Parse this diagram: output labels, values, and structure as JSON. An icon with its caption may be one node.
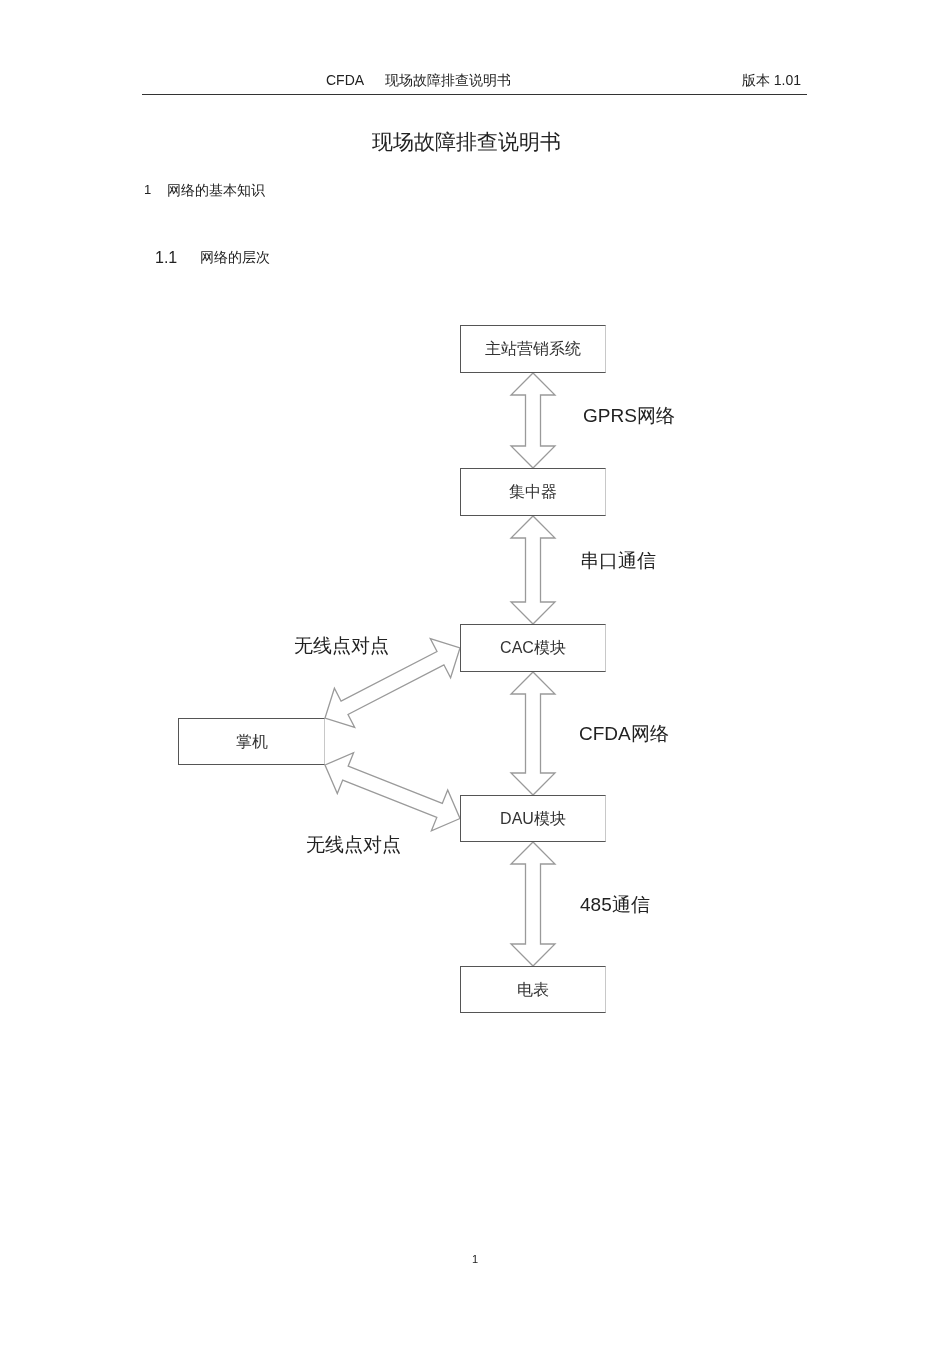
{
  "diagram": {
    "title": "现场故障排查说明书",
    "nodes": [
      {
        "text": [
          "主站营销系统"
        ]
      },
      {
        "text": [
          "集中器"
        ]
      },
      {
        "text": [
          "CAC模块"
        ]
      },
      {
        "text": [
          "掌机"
        ]
      },
      {
        "text": [
          "DAU模块"
        ]
      },
      {
        "text": [
          "电表"
        ]
      }
    ],
    "edges": [
      {
        "from": 0,
        "to": 1,
        "arrow": "both",
        "label": "GPRS网络"
      },
      {
        "from": 1,
        "to": 2,
        "arrow": "both",
        "label": "串口通信"
      },
      {
        "from": 3,
        "to": 2,
        "arrow": "both",
        "label": "无线点对点"
      },
      {
        "from": 2,
        "to": 4,
        "arrow": "both",
        "label": "CFDA网络"
      },
      {
        "from": 3,
        "to": 4,
        "arrow": "both",
        "label": "无线点对点"
      },
      {
        "from": 4,
        "to": 5,
        "arrow": "both",
        "label": "485通信"
      }
    ],
    "labels": [
      "CFDA",
      "现场故障排查说明书",
      "版本 1.01",
      "1",
      "网络的基本知识",
      "1.1",
      "网络的层次",
      "1"
    ]
  }
}
